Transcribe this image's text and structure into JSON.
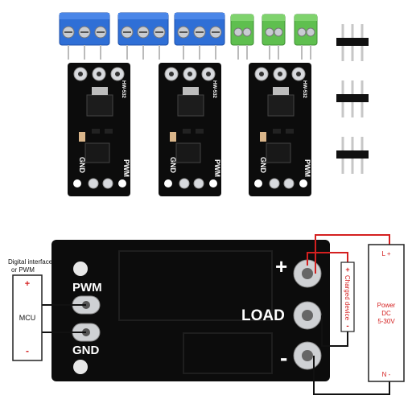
{
  "boards": {
    "model_label": "HW-532",
    "pwm_label": "PWM",
    "gnd_label": "GND"
  },
  "diagram": {
    "board_labels": {
      "plus": "+",
      "pwm": "PWM",
      "load": "LOAD",
      "gnd": "GND",
      "minus": "-"
    },
    "digital_interface_line1": "Digital interface",
    "digital_interface_line2": "or PWM",
    "mcu": {
      "label": "MCU",
      "plus": "+",
      "minus": "-"
    },
    "charged_device": {
      "plus": "+",
      "label": "Charged device",
      "minus": "-"
    },
    "power": {
      "top": "L +",
      "line1": "Power",
      "line2": "DC",
      "line3": "5-30V",
      "bottom": "N -"
    }
  },
  "colors": {
    "pcb": "#0c0c0c",
    "terminal_blue": "#2f6fd6",
    "terminal_green": "#5fbf4f",
    "wire_red": "#d42020",
    "wire_black": "#111111"
  }
}
